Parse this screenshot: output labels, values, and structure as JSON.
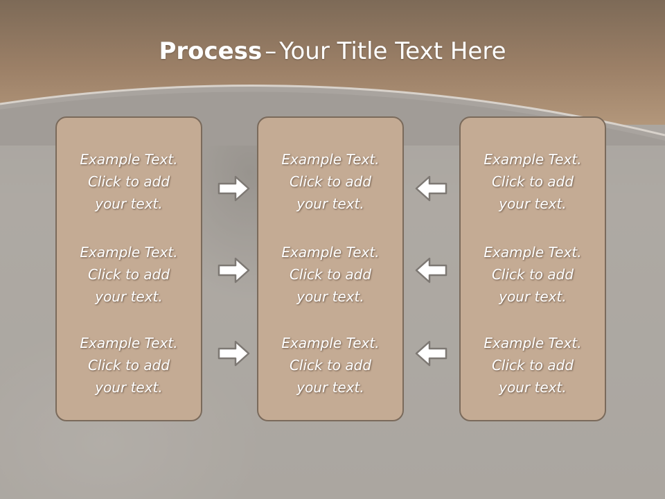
{
  "title": {
    "bold": "Process",
    "dash": "–",
    "rest": "Your Title Text Here"
  },
  "columns": [
    {
      "items": [
        {
          "line1": "Example Text.",
          "line2": "Click  to add",
          "line3": "your text."
        },
        {
          "line1": "Example Text.",
          "line2": "Click  to add",
          "line3": "your text."
        },
        {
          "line1": "Example Text.",
          "line2": "Click  to add",
          "line3": "your text."
        }
      ]
    },
    {
      "items": [
        {
          "line1": "Example Text.",
          "line2": "Click  to add",
          "line3": "your text."
        },
        {
          "line1": "Example Text.",
          "line2": "Click  to add",
          "line3": "your text."
        },
        {
          "line1": "Example Text.",
          "line2": "Click  to add",
          "line3": "your text."
        }
      ]
    },
    {
      "items": [
        {
          "line1": "Example Text.",
          "line2": "Click  to add",
          "line3": "your text."
        },
        {
          "line1": "Example Text.",
          "line2": "Click  to add",
          "line3": "your text."
        },
        {
          "line1": "Example Text.",
          "line2": "Click  to add",
          "line3": "your text."
        }
      ]
    }
  ],
  "arrows": {
    "left_group_direction": "right",
    "right_group_direction": "left",
    "icon": "block-arrow-icon"
  },
  "colors": {
    "header": "#9c8067",
    "box_fill": "#c4ab94",
    "box_border": "#7a6a5b",
    "text": "#ffffff",
    "arrow_fill": "#ffffff",
    "arrow_stroke": "#7d7873"
  }
}
